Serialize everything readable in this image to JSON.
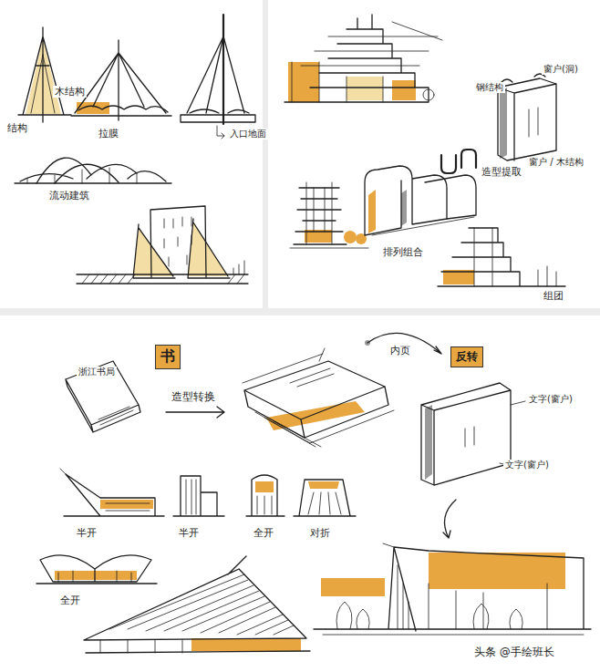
{
  "diagram": {
    "nodes": [
      {
        "text": [
          "书"
        ]
      },
      {
        "text": [
          "反转"
        ]
      }
    ],
    "labels": [
      "结构",
      "木结构",
      "拉膜",
      "入口地面",
      "流动建筑",
      "钢结构",
      "窗户(洞)",
      "窗户 / 木结构",
      "造型提取",
      "排列组合",
      "组团",
      "浙江书局",
      "造型转换",
      "内页",
      "文字(窗户)",
      "文字(窗户)",
      "半开",
      "半开",
      "全开",
      "对折",
      "全开",
      "头条 @手绘班长"
    ]
  }
}
